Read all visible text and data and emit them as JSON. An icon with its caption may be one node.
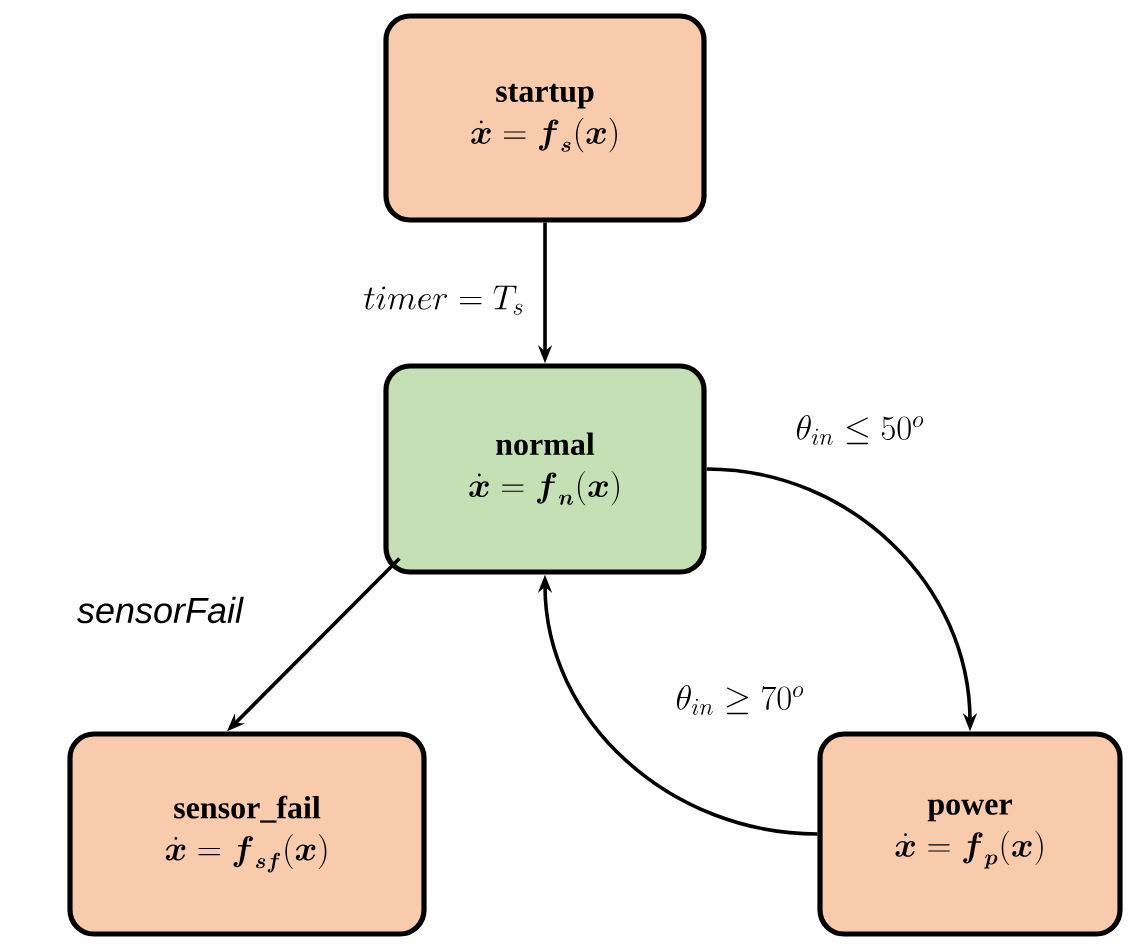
{
  "diagram": {
    "nodes": [
      {
        "text": [
          "startup",
          "\\dot{\\boldsymbol{x}} = \\boldsymbol{f}_{\\boldsymbol{s}}(\\boldsymbol{x})"
        ]
      },
      {
        "text": [
          "normal",
          "\\dot{\\boldsymbol{x}} = \\boldsymbol{f}_{\\boldsymbol{n}}(\\boldsymbol{x})"
        ]
      },
      {
        "text": [
          "sensor_fail",
          "\\dot{\\boldsymbol{x}} = \\boldsymbol{f}_{\\boldsymbol{sf}}(\\boldsymbol{x})"
        ]
      },
      {
        "text": [
          "power",
          "\\dot{\\boldsymbol{x}} = \\boldsymbol{f}_{\\boldsymbol{p}}(\\boldsymbol{x})"
        ]
      }
    ],
    "edges": [
      {
        "from": 0,
        "to": 1,
        "arrow": "to",
        "label": "timer = T_{s}"
      },
      {
        "from": 1,
        "to": 2,
        "arrow": "to",
        "label": "sensorFail"
      },
      {
        "from": 1,
        "to": 3,
        "arrow": "to",
        "label": "\\theta_{in} \\leq 50^{o}"
      },
      {
        "from": 3,
        "to": 1,
        "arrow": "to",
        "label": "\\theta_{in} \\geq 70^{o}"
      }
    ]
  }
}
